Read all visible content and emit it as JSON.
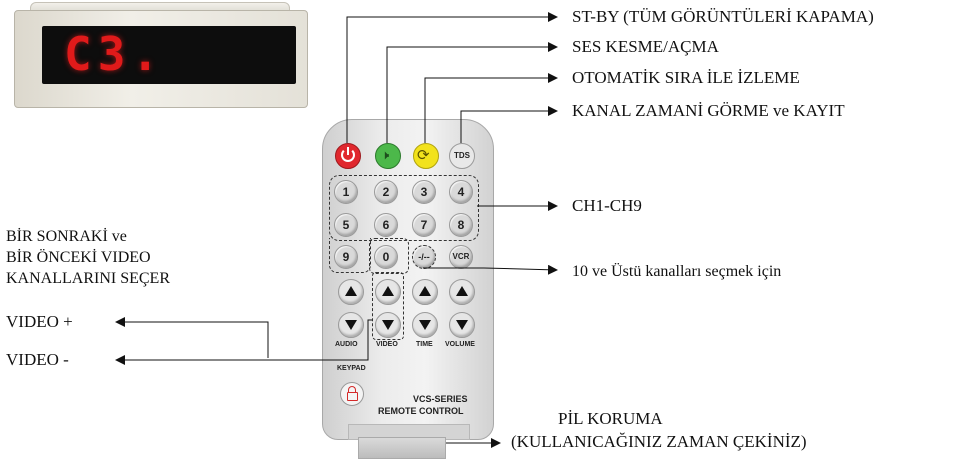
{
  "display": {
    "text": "C3."
  },
  "remote": {
    "top_buttons": [
      "power",
      "mute",
      "auto",
      "TDS"
    ],
    "numbers": [
      "1",
      "2",
      "3",
      "4",
      "5",
      "6",
      "7",
      "8",
      "9",
      "0"
    ],
    "dash_button": "-/--",
    "vcr_button": "VCR",
    "group_labels": [
      "AUDIO",
      "VIDEO",
      "TIME",
      "VOLUME"
    ],
    "keypad_label": "KEYPAD",
    "series_line1": "VCS-SERIES",
    "series_line2": "REMOTE CONTROL"
  },
  "labels": {
    "standby": "ST-BY (TÜM GÖRÜNTÜLERİ KAPAMA)",
    "mute": "SES KESME/AÇMA",
    "auto": "OTOMATİK SIRA İLE İZLEME",
    "channel_time": "KANAL ZAMANİ GÖRME ve KAYIT",
    "ch_range": "CH1-CH9",
    "ten_plus": "10 ve Üstü kanalları seçmek için",
    "next_prev_1": "BİR SONRAKİ ve",
    "next_prev_2": "BİR ÖNCEKİ VIDEO",
    "next_prev_3": "KANALLARINI SEÇER",
    "video_plus": "VIDEO +",
    "video_minus": "VIDEO -",
    "battery_1": "PİL KORUMA",
    "battery_2": "(KULLANICAĞINIZ ZAMAN ÇEKİNİZ)"
  },
  "colors": {
    "power": "#e0282e",
    "mute": "#4cb84a",
    "auto": "#f2e21c",
    "display_bg": "#0d0d0d",
    "display_digit": "#e01a1a",
    "remote_body": "#e6e6e6",
    "leader": "#111111"
  }
}
